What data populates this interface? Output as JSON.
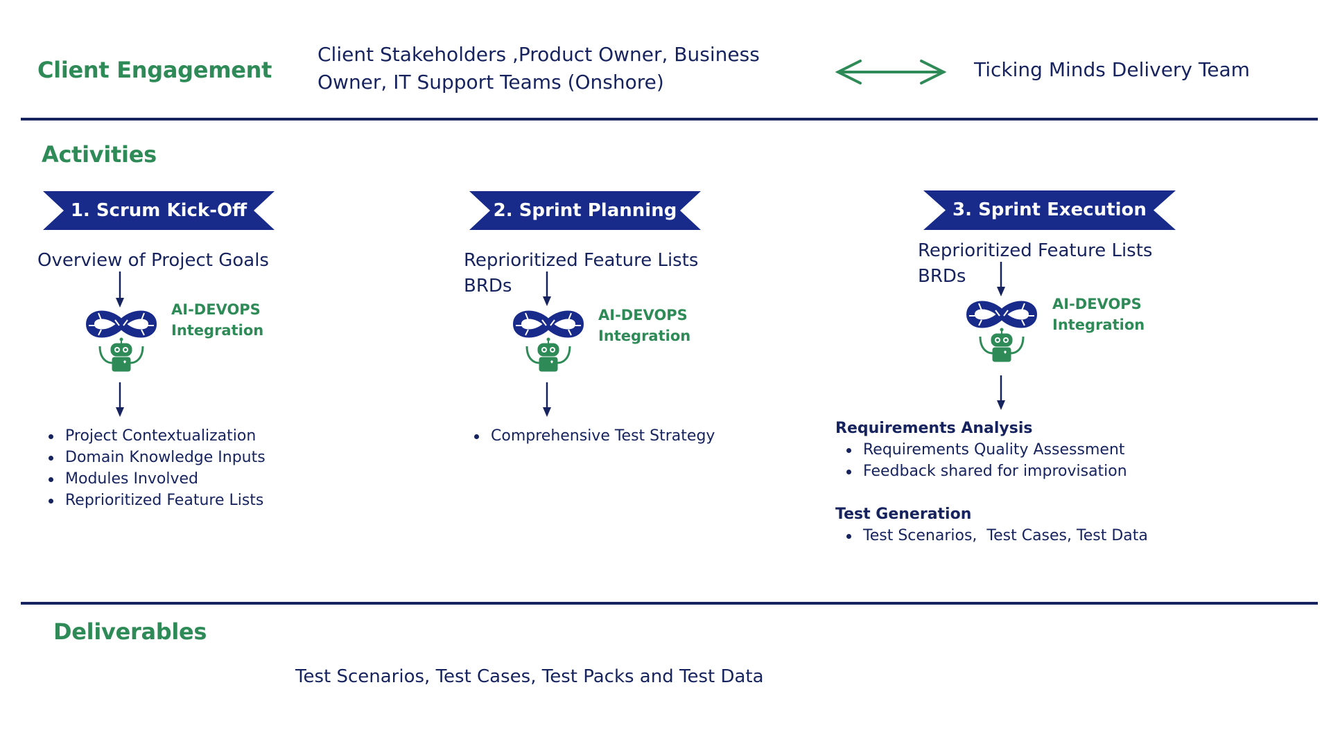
{
  "header": {
    "title": "Client Engagement",
    "stakeholders_line1": "Client Stakeholders ,Product Owner, Business",
    "stakeholders_line2": "Owner, IT Support Teams (Onshore)",
    "arrow_icon": "double-headed-arrow",
    "delivery_team": "Ticking Minds Delivery Team"
  },
  "activities": {
    "title": "Activities",
    "steps": [
      {
        "banner": "1. Scrum Kick-Off",
        "inputs": [
          "Overview of Project Goals"
        ],
        "ai_label_line1": "AI-DEVOPS",
        "ai_label_line2": "Integration",
        "outputs": [
          "Project Contextualization",
          "Domain Knowledge Inputs",
          "Modules Involved",
          "Reprioritized Feature Lists"
        ]
      },
      {
        "banner": "2. Sprint Planning",
        "inputs": [
          "Reprioritized Feature Lists",
          "BRDs"
        ],
        "ai_label_line1": "AI-DEVOPS",
        "ai_label_line2": "Integration",
        "outputs": [
          "Comprehensive Test Strategy"
        ]
      },
      {
        "banner": "3. Sprint Execution",
        "inputs": [
          "Reprioritized Feature Lists",
          "BRDs"
        ],
        "ai_label_line1": "AI-DEVOPS",
        "ai_label_line2": "Integration",
        "groups": [
          {
            "heading": "Requirements Analysis",
            "items": [
              "Requirements Quality Assessment",
              "Feedback shared for improvisation"
            ]
          },
          {
            "heading": "Test Generation",
            "items": [
              "Test Scenarios,  Test Cases, Test Data"
            ]
          }
        ]
      }
    ]
  },
  "deliverables": {
    "title": "Deliverables",
    "text": "Test Scenarios, Test Cases, Test Packs and Test Data"
  },
  "colors": {
    "navy": "#16235f",
    "ribbon": "#182a8a",
    "green": "#2e8b57",
    "white": "#ffffff"
  }
}
